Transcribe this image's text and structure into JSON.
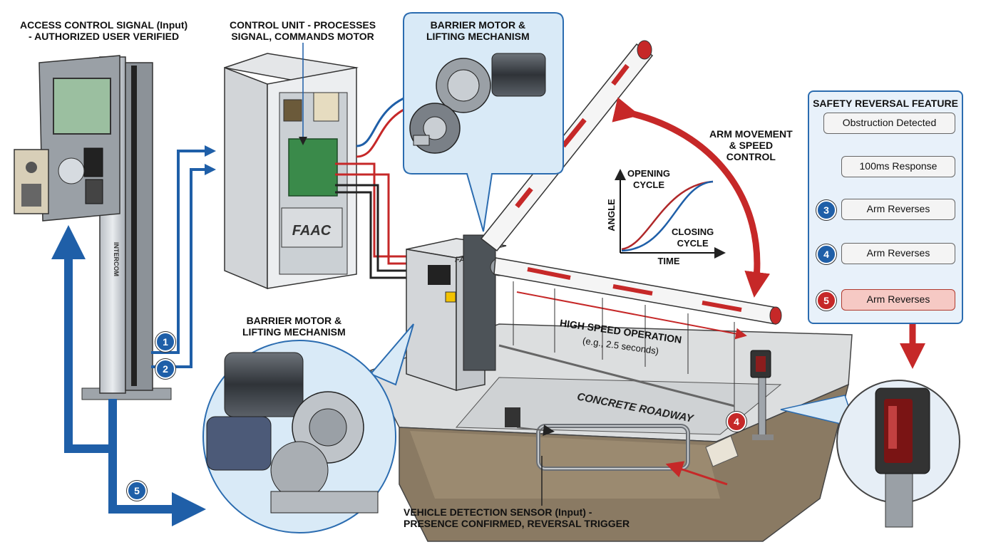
{
  "labels": {
    "access_signal": [
      "ACCESS CONTROL SIGNAL (Input)",
      "- AUTHORIZED USER VERIFIED"
    ],
    "control_unit": [
      "CONTROL UNIT - PROCESSES",
      "SIGNAL, COMMANDS MOTOR"
    ],
    "motor_top": [
      "BARRIER MOTOR &",
      "LIFTING MECHANISM"
    ],
    "motor_bottom": [
      "BARRIER MOTOR &",
      "LIFTING MECHANISM"
    ],
    "arm_movement": [
      "ARM MOVEMENT",
      "& SPEED",
      "CONTROL"
    ],
    "high_speed": [
      "HIGH SPEED OPERATION",
      "(e.g., 2.5 seconds)"
    ],
    "roadway": "CONCRETE ROADWAY",
    "vehicle_sensor": [
      "VEHICLE DETECTION SENSOR (Input) -",
      "PRESENCE CONFIRMED, REVERSAL TRIGGER"
    ],
    "brand": "FAAC",
    "intercom": "INTERCOM"
  },
  "speed_graph": {
    "y_label": "ANGLE",
    "x_label": "TIME",
    "opening": [
      "OPENING",
      "CYCLE"
    ],
    "closing": [
      "CLOSING",
      "CYCLE"
    ]
  },
  "safety": {
    "title": "SAFETY REVERSAL FEATURE",
    "steps": [
      {
        "text": "Obstruction Detected",
        "badge": ""
      },
      {
        "text": "100ms Response",
        "badge": ""
      },
      {
        "text": "Arm Reverses",
        "badge": "3"
      },
      {
        "text": "Arm Reverses",
        "badge": "4"
      },
      {
        "text": "Arm Reverses",
        "badge": "5"
      }
    ]
  },
  "flow_badges": {
    "b1": "1",
    "b2": "2",
    "b4": "4",
    "b5": "5"
  },
  "colors": {
    "signal_blue": "#1f5fa8",
    "power_red": "#c62828",
    "panel_bg": "#e8f1fa",
    "panel_border": "#2b6cb0",
    "callout_bg": "#d9eaf7"
  }
}
